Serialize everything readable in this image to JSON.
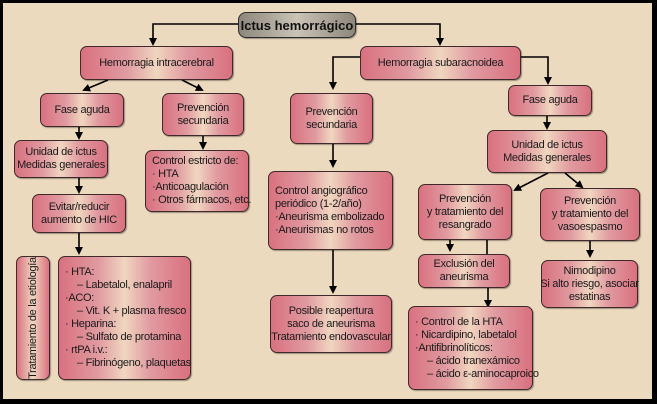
{
  "title": "Ictus hemorrágico",
  "colors": {
    "background": "#ecdabe",
    "box_edge": "#d9717f",
    "box_center": "#f0d6c0",
    "title_box": "#a9a497",
    "lines": "#000000"
  },
  "ich": {
    "label": "Hemorragia intracerebral",
    "acute": {
      "label": "Fase aguda",
      "unit": [
        "Unidad de ictus",
        "Medidas generales"
      ],
      "reduce": [
        "Evitar/reducir",
        "aumento de HIC"
      ],
      "etiology_label": "Tratamiento de la etiología",
      "etiology": [
        {
          "text": "· HTA:",
          "sub": false
        },
        {
          "text": "– Labetalol, enalapril",
          "sub": true
        },
        {
          "text": "·ACO:",
          "sub": false
        },
        {
          "text": "– Vit. K + plasma fresco",
          "sub": true
        },
        {
          "text": "· Heparina:",
          "sub": false
        },
        {
          "text": "– Sulfato de protamina",
          "sub": true
        },
        {
          "text": "· rtPA i.v.:",
          "sub": false
        },
        {
          "text": "– Fibrinógeno, plaquetas",
          "sub": true
        }
      ]
    },
    "secondary": {
      "label": [
        "Prevención",
        "secundaria"
      ],
      "control": [
        "Control estricto de:",
        "· HTA",
        "·Anticoagulación",
        "· Otros fármacos, etc."
      ]
    }
  },
  "sah": {
    "label": "Hemorragia subaracnoidea",
    "secondary": {
      "label": [
        "Prevención",
        "secundaria"
      ],
      "control": [
        "Control angiográfico",
        "periódico (1-2/año)",
        "·Aneurisma embolizado",
        "·Aneurismas no rotos"
      ],
      "reopening": [
        "Posible reapertura",
        "saco de aneurisma",
        "Tratamiento endovascular"
      ]
    },
    "acute": {
      "label": "Fase aguda",
      "unit": [
        "Unidad de ictus",
        "Medidas generales"
      ],
      "rebleed": [
        "Prevención",
        "y tratamiento del",
        "resangrado"
      ],
      "exclusion": [
        "Exclusión del",
        "aneurisma"
      ],
      "bp": [
        {
          "text": "· Control de la HTA",
          "sub": false
        },
        {
          "text": "· Nicardipino, labetalol",
          "sub": false
        },
        {
          "text": "·Antifibrinolíticos:",
          "sub": false
        },
        {
          "text": "– ácido tranexámico",
          "sub": true
        },
        {
          "text": "– ácido ε-aminocaproico",
          "sub": true
        }
      ],
      "vasospasm": [
        "Prevención",
        "y tratamiento del",
        "vasoespasmo"
      ],
      "nimodipine": [
        "Nimodipino",
        "Si alto riesgo, asociar",
        "estatinas"
      ]
    }
  }
}
